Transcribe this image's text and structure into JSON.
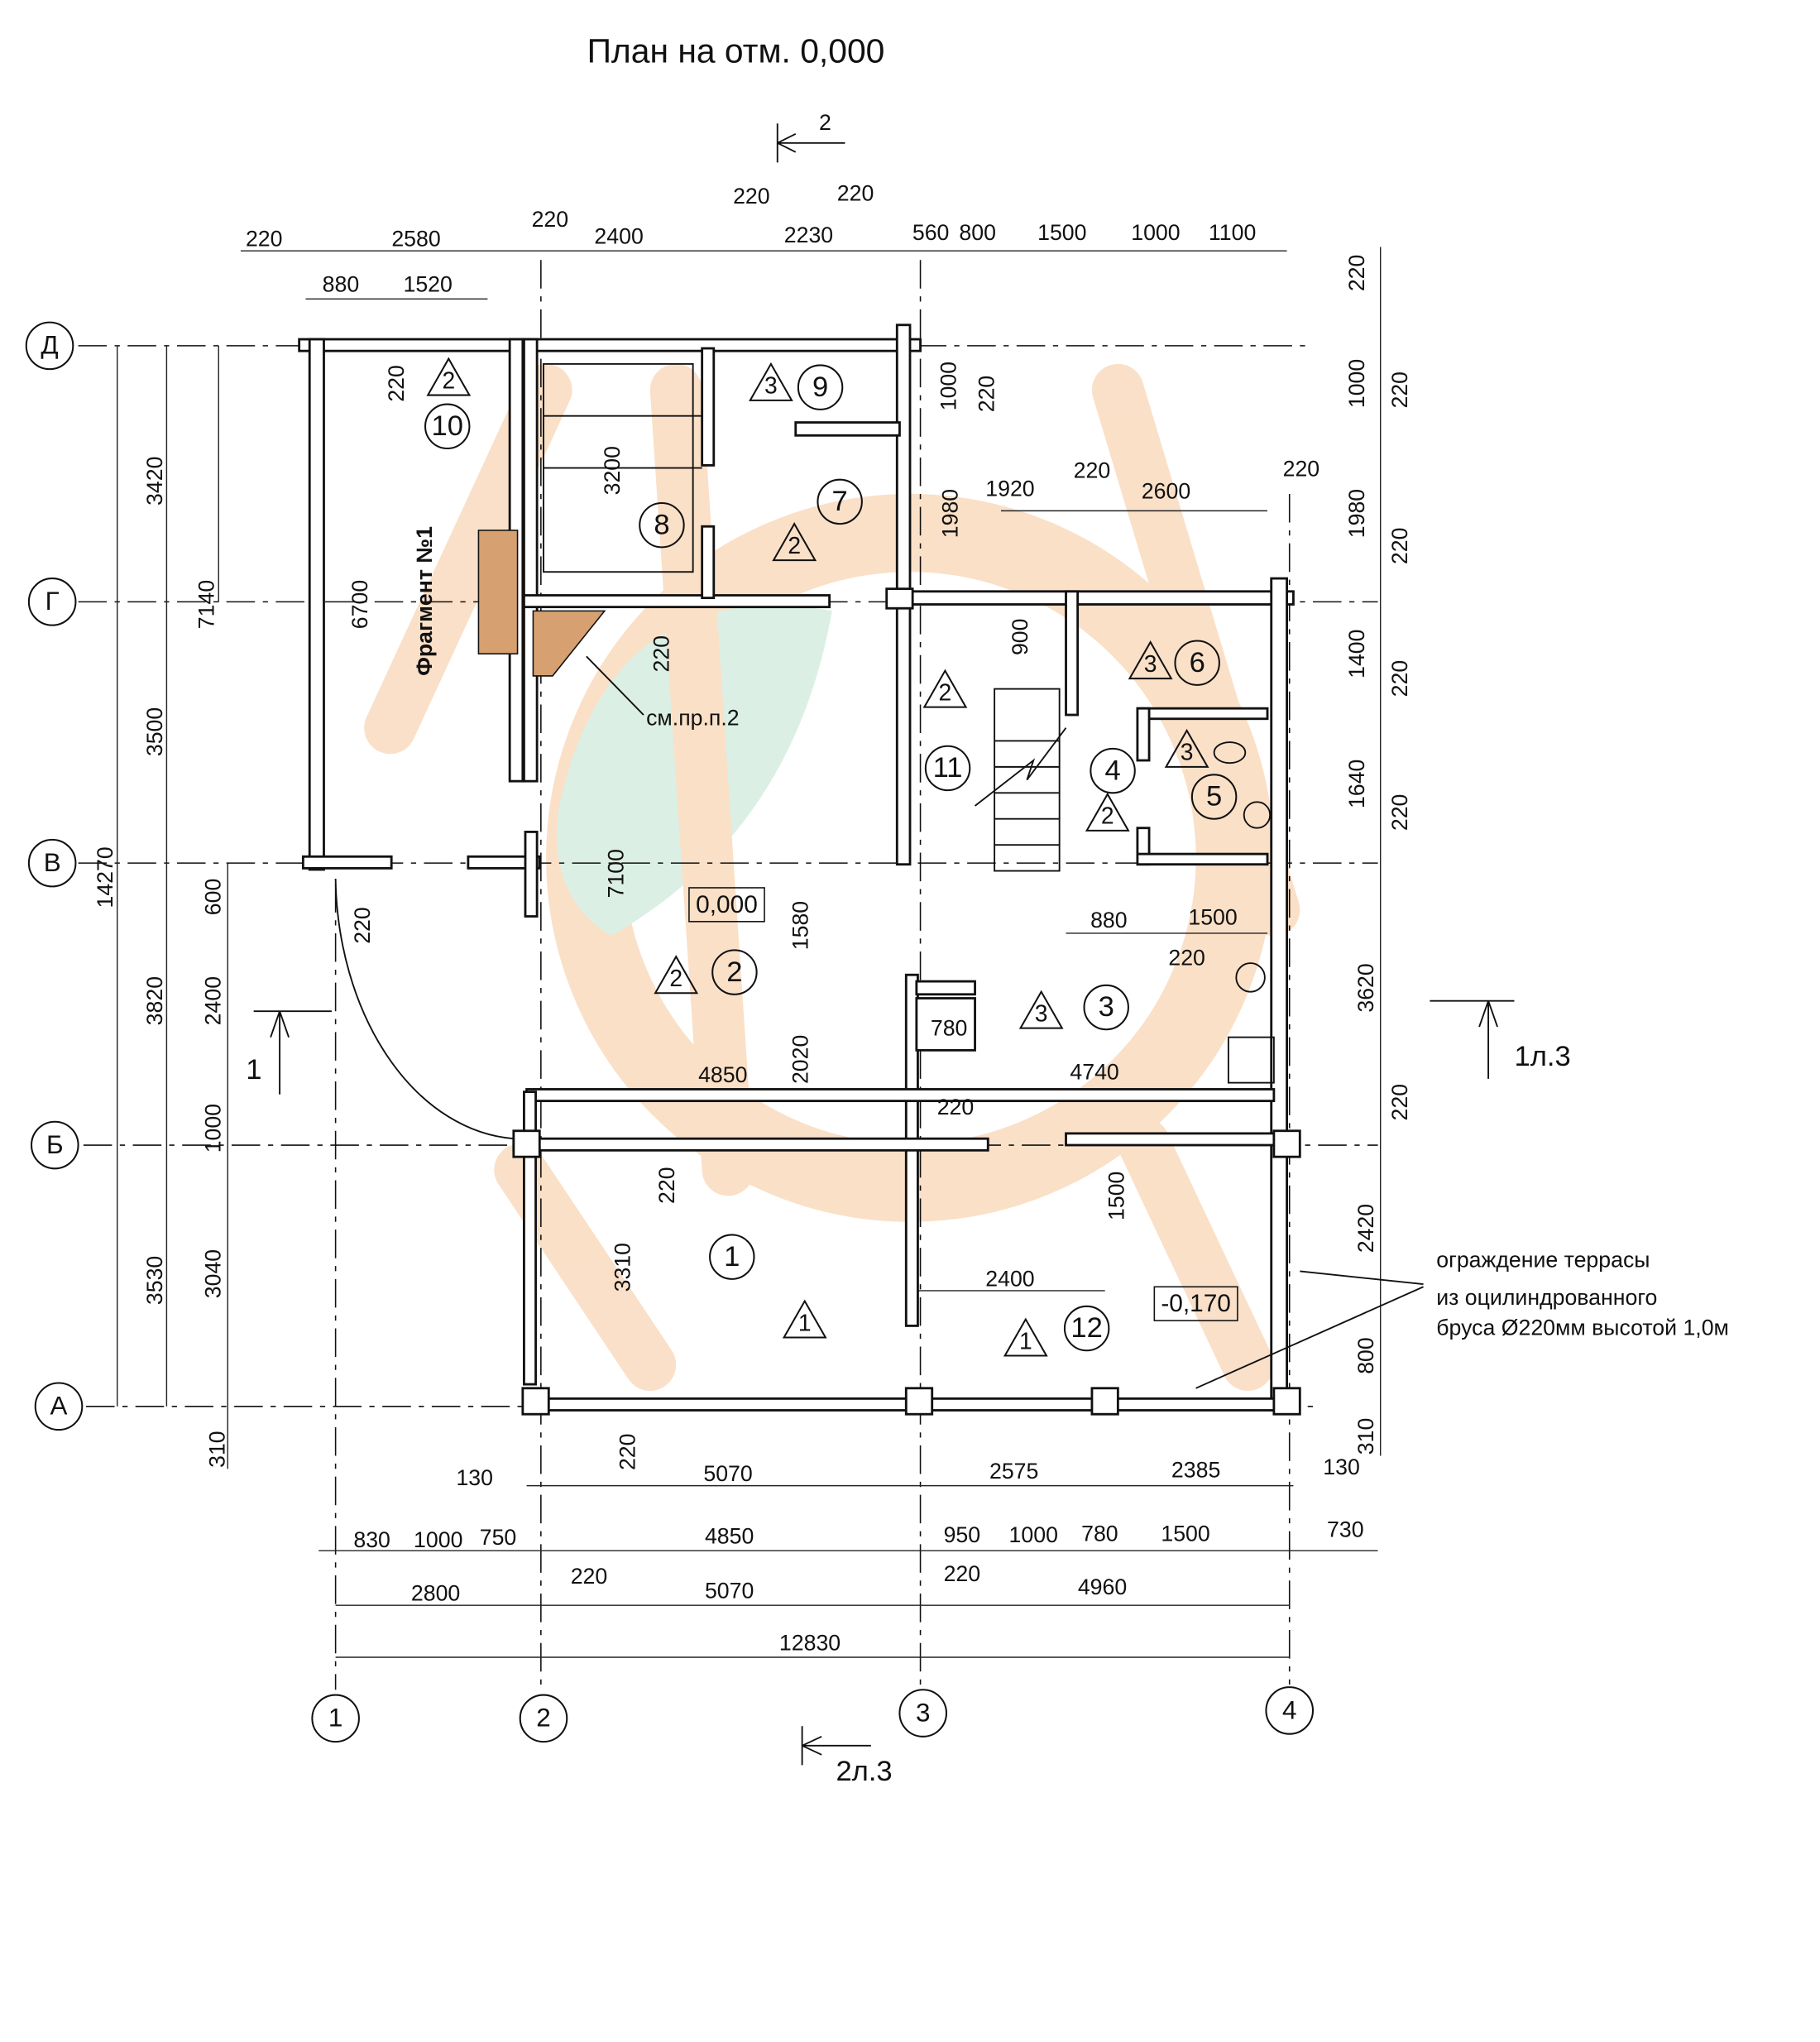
{
  "title": "План на отм. 0,000",
  "section_cuts": {
    "top": "2",
    "right": "1л.3",
    "bottom": "2л.3",
    "left": "1"
  },
  "axes": {
    "rows": [
      "Д",
      "Г",
      "В",
      "Б",
      "А"
    ],
    "cols": [
      "1",
      "2",
      "3",
      "4"
    ]
  },
  "dims": {
    "top": [
      "220",
      "2580",
      "220",
      "2400",
      "220",
      "2230",
      "220",
      "560",
      "800",
      "1500",
      "1000",
      "1100",
      "880",
      "1520"
    ],
    "left": [
      "14270",
      "3420",
      "3500",
      "3820",
      "3530",
      "7140",
      "600",
      "2400",
      "1000",
      "3040",
      "310"
    ],
    "right": [
      "220",
      "1000",
      "220",
      "1980",
      "220",
      "1400",
      "220",
      "1640",
      "220",
      "3620",
      "220",
      "2420",
      "800",
      "310"
    ],
    "interior": [
      "220",
      "3200",
      "1000",
      "220",
      "1980",
      "1920",
      "220",
      "2600",
      "220",
      "6700",
      "220",
      "900",
      "7100",
      "1580",
      "2020",
      "4850",
      "4740",
      "780",
      "220",
      "880",
      "1500",
      "220",
      "1500",
      "2400",
      "3310",
      "220",
      "220",
      "220"
    ],
    "bottom": [
      "130",
      "5070",
      "2575",
      "2385",
      "130",
      "830",
      "1000",
      "750",
      "4850",
      "950",
      "1000",
      "780",
      "1500",
      "730",
      "2800",
      "220",
      "5070",
      "220",
      "4960",
      "12830"
    ]
  },
  "rooms": [
    "1",
    "2",
    "3",
    "4",
    "5",
    "6",
    "7",
    "8",
    "9",
    "10",
    "11",
    "12"
  ],
  "finish_marks": [
    "1",
    "2",
    "3",
    "2",
    "3",
    "3",
    "2",
    "3",
    "2",
    "2",
    "1"
  ],
  "elevations": [
    "0,000",
    "-0,170"
  ],
  "notes": {
    "fragment": "Фрагмент №1",
    "see": "см.пр.п.2",
    "fence": [
      "ограждение террасы",
      "из оцилиндрованного",
      "бруса Ø220мм высотой 1,0м"
    ]
  },
  "colors": {
    "watermark_orange": "#f6c79a",
    "watermark_green": "#bfe3cf"
  }
}
